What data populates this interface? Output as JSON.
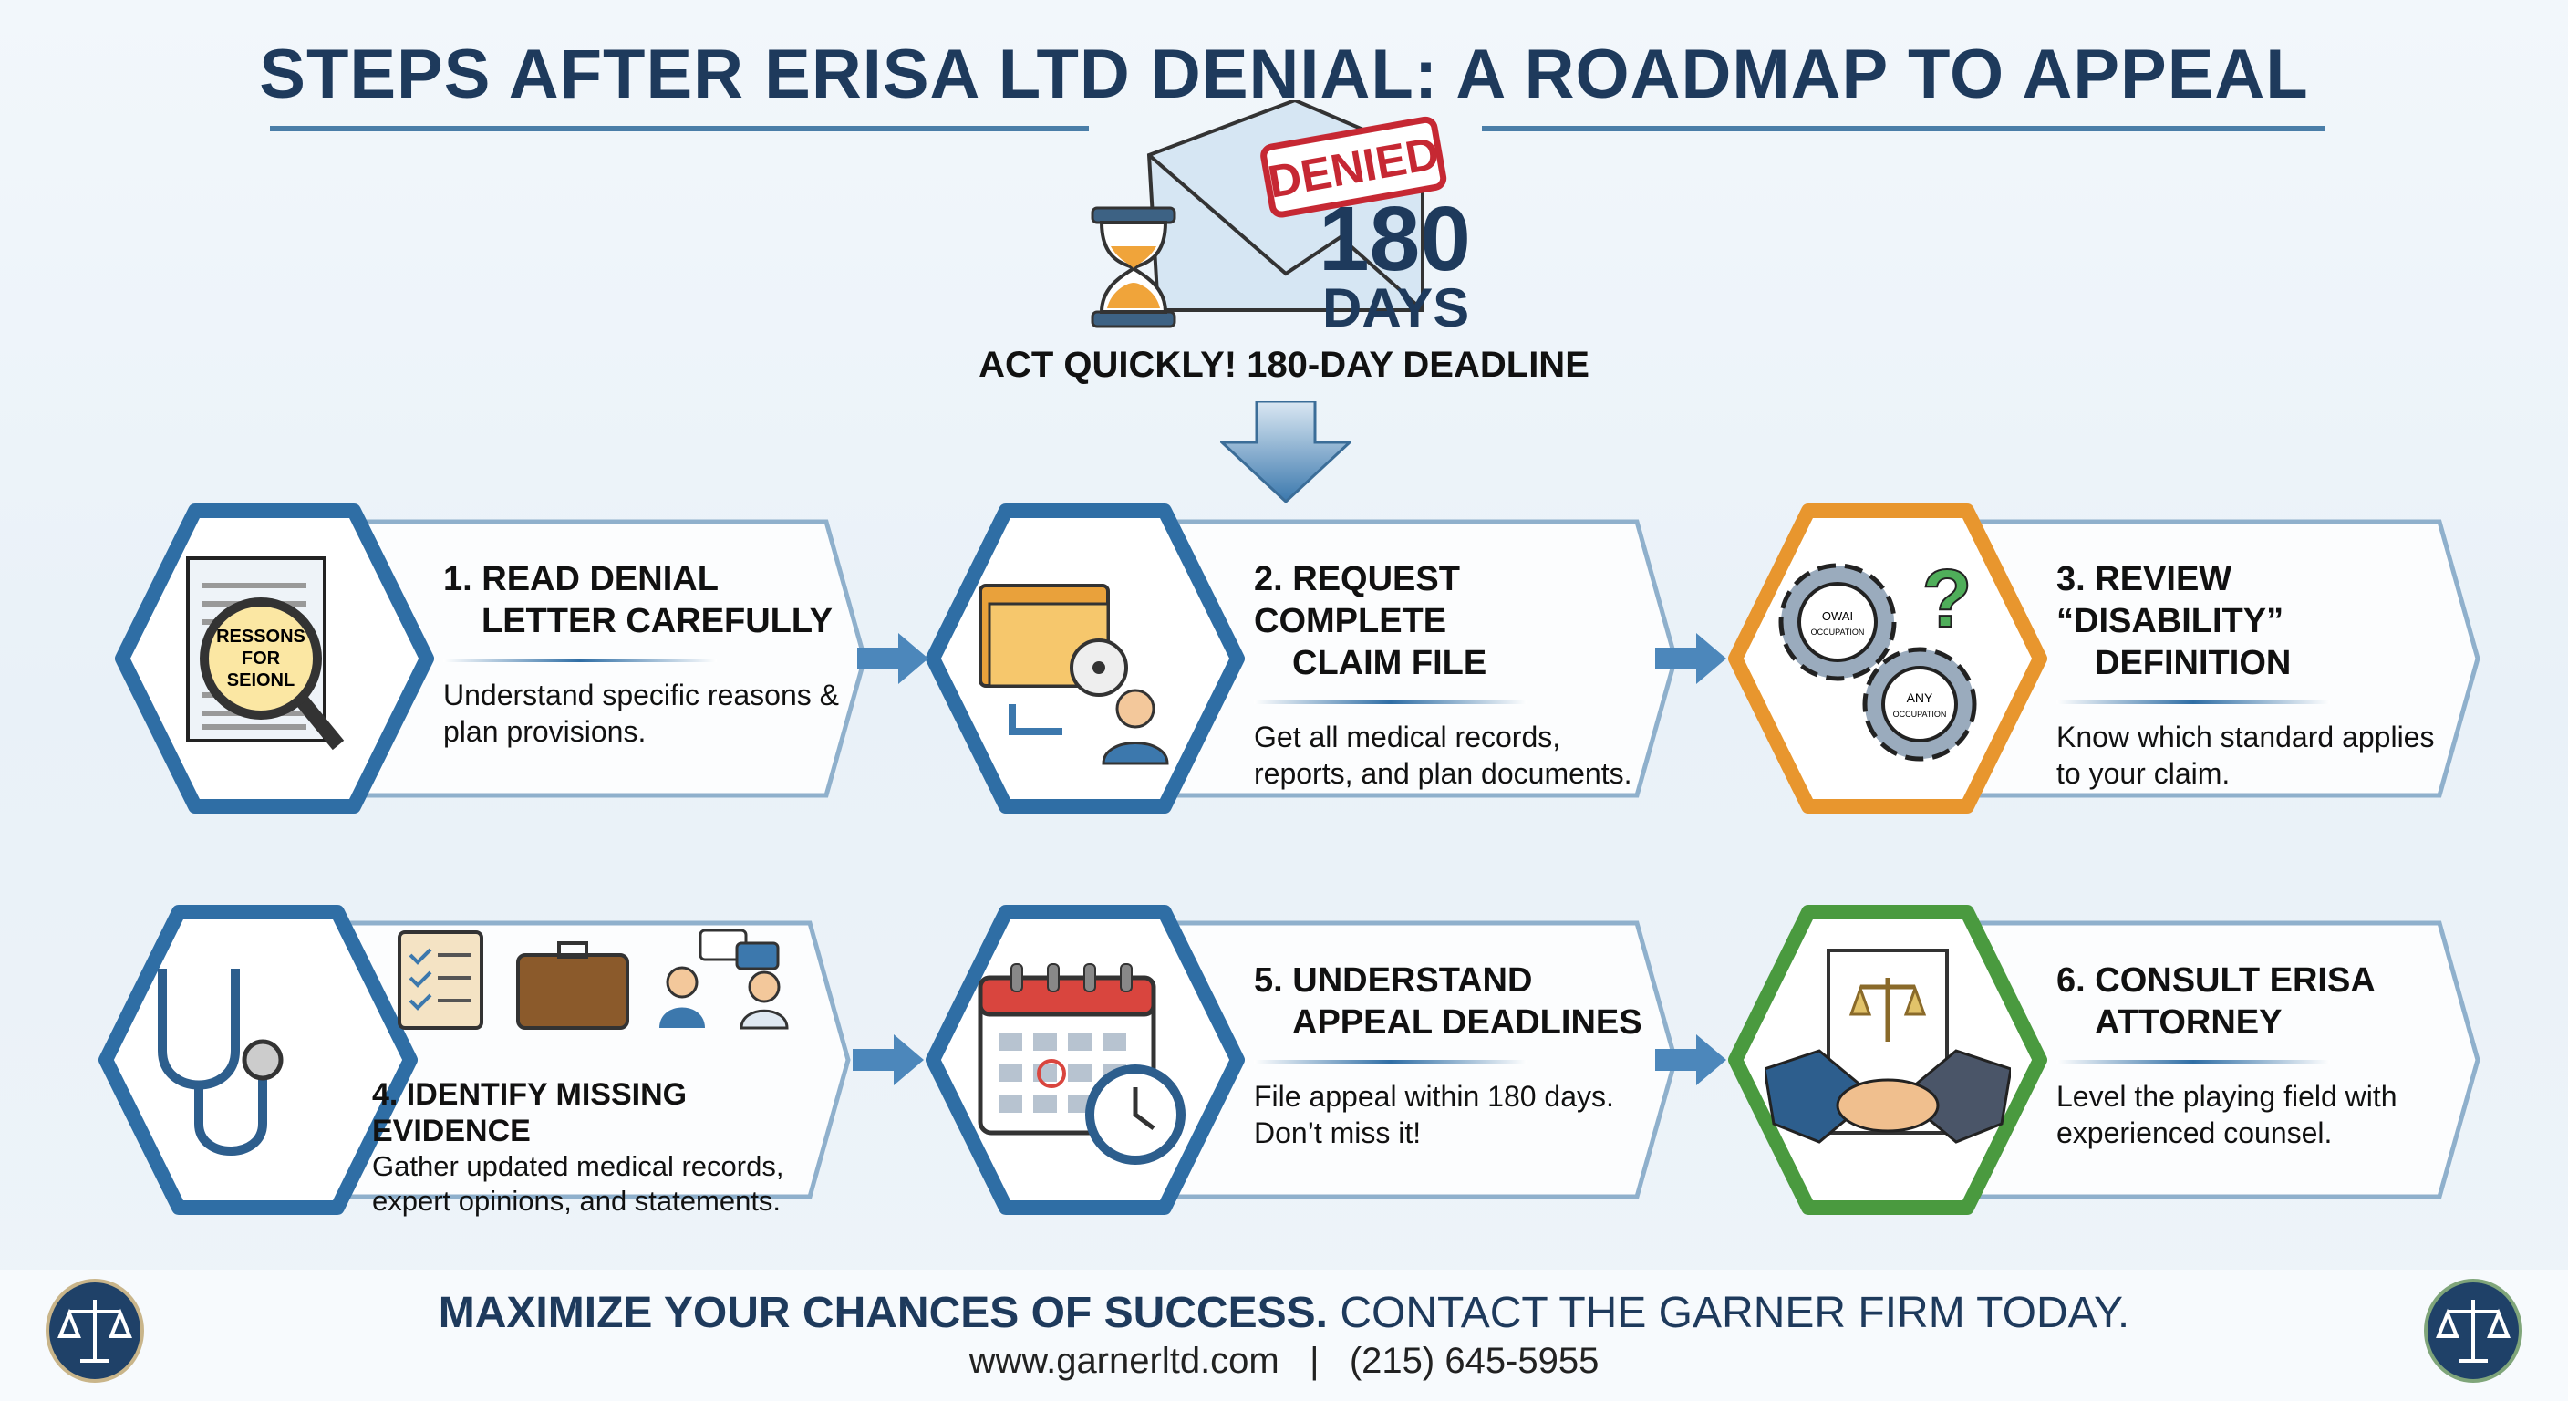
{
  "title": "STEPS AFTER ERISA LTD DENIAL: A ROADMAP TO APPEAL",
  "hero": {
    "stamp": "DENIED",
    "days_number": "180",
    "days_label": "DAYS",
    "callout": "ACT QUICKLY! 180-DAY DEADLINE"
  },
  "steps": [
    {
      "title_1": "1. READ DENIAL",
      "title_2": "LETTER CAREFULLY",
      "desc": "Understand specific reasons & plan provisions.",
      "icon": "magnifier-document-icon",
      "icon_text": [
        "RESSONS",
        "FOR",
        "SEIONL"
      ],
      "color": "#2f6ea5"
    },
    {
      "title_1": "2. REQUEST COMPLETE",
      "title_2": "CLAIM FILE",
      "desc": "Get all medical records, reports, and plan documents.",
      "icon": "folder-person-icon",
      "color": "#2f6ea5"
    },
    {
      "title_1": "3. REVIEW “DISABILITY”",
      "title_2": "DEFINITION",
      "desc": "Know which standard applies to your claim.",
      "icon": "gears-question-icon",
      "icon_text": [
        "OWAI",
        "OCCUPATION",
        "ANY",
        "OCCUPATION"
      ],
      "color": "#e8962e"
    },
    {
      "title_1": "4. IDENTIFY MISSING EVIDENCE",
      "title_2": "",
      "desc": "Gather updated medical records, expert opinions, and statements.",
      "icon": "stethoscope-icon",
      "color": "#2f6ea5"
    },
    {
      "title_1": "5. UNDERSTAND",
      "title_2": "APPEAL DEADLINES",
      "desc": "File appeal within 180 days. Don’t miss it!",
      "icon": "calendar-clock-icon",
      "color": "#2f6ea5"
    },
    {
      "title_1": "6. CONSULT ERISA",
      "title_2": "ATTORNEY",
      "desc": "Level the playing field with experienced counsel.",
      "icon": "handshake-scales-icon",
      "color": "#4a9a3f"
    }
  ],
  "footer": {
    "cta_bold": "MAXIMIZE YOUR CHANCES OF SUCCESS.",
    "cta_rest": " CONTACT THE GARNER FIRM TODAY.",
    "website": "www.garnerltd.com",
    "separator": "|",
    "phone": "(215) 645-5955"
  },
  "colors": {
    "navy": "#1e3a5c",
    "blue": "#2f6ea5",
    "orange": "#e8962e",
    "green": "#4a9a3f"
  }
}
